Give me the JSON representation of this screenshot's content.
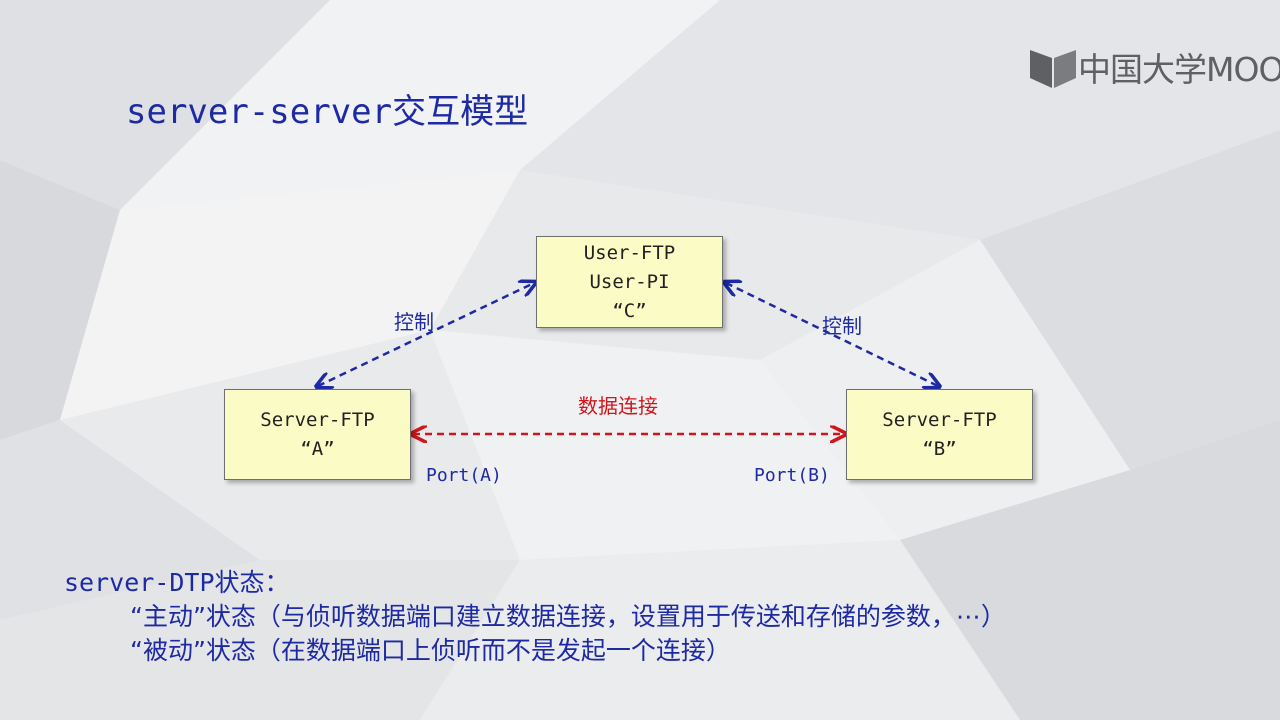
{
  "logo": {
    "text": "中国大学MOOC"
  },
  "title": "server-server交互模型",
  "diagram": {
    "nodes": [
      {
        "id": "C",
        "lines": [
          "User-FTP",
          "User-PI",
          "“C”"
        ]
      },
      {
        "id": "A",
        "lines": [
          "Server-FTP",
          "“A”"
        ]
      },
      {
        "id": "B",
        "lines": [
          "Server-FTP",
          "“B”"
        ]
      }
    ],
    "edges": [
      {
        "from": "A",
        "to": "C",
        "label": "控制",
        "color": "#1d2aa3",
        "style": "dashed",
        "bidirectional": true
      },
      {
        "from": "C",
        "to": "B",
        "label": "控制",
        "color": "#1d2aa3",
        "style": "dashed",
        "bidirectional": true
      },
      {
        "from": "A",
        "to": "B",
        "label": "数据连接",
        "color": "#d0161c",
        "style": "dashed",
        "bidirectional": true
      }
    ],
    "ports": {
      "a": "Port(A)",
      "b": "Port(B)"
    }
  },
  "notes": {
    "heading": "server-DTP状态：",
    "items": [
      "“主动”状态（与侦听数据端口建立数据连接，设置用于传送和存储的参数，⋯）",
      "“被动”状态（在数据端口上侦听而不是发起一个连接）"
    ]
  },
  "colors": {
    "accent_blue": "#1d2aa3",
    "data_red": "#d0161c",
    "node_fill": "#fbfbc5"
  }
}
